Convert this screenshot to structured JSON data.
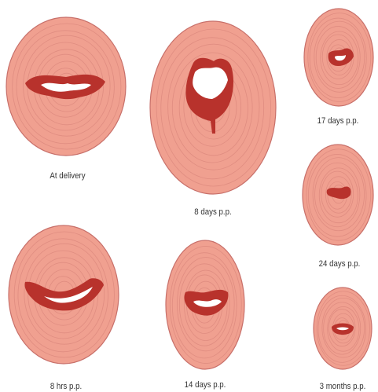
{
  "stages": [
    {
      "id": "at-delivery",
      "label": "At delivery"
    },
    {
      "id": "8-hrs",
      "label": "8 hrs p.p."
    },
    {
      "id": "8-days",
      "label": "8 days p.p."
    },
    {
      "id": "14-days",
      "label": "14 days p.p."
    },
    {
      "id": "17-days",
      "label": "17 days p.p."
    },
    {
      "id": "24-days",
      "label": "24 days p.p."
    },
    {
      "id": "3-months",
      "label": "3 months p.p."
    }
  ],
  "colors": {
    "tissue": "#f0a090",
    "tissue_edge": "#c8706a",
    "ring_line": "#d9857a",
    "os": "#b8322c",
    "os_dark": "#8e1f1c",
    "os_gap": "#ffffff",
    "label": "#333333"
  }
}
